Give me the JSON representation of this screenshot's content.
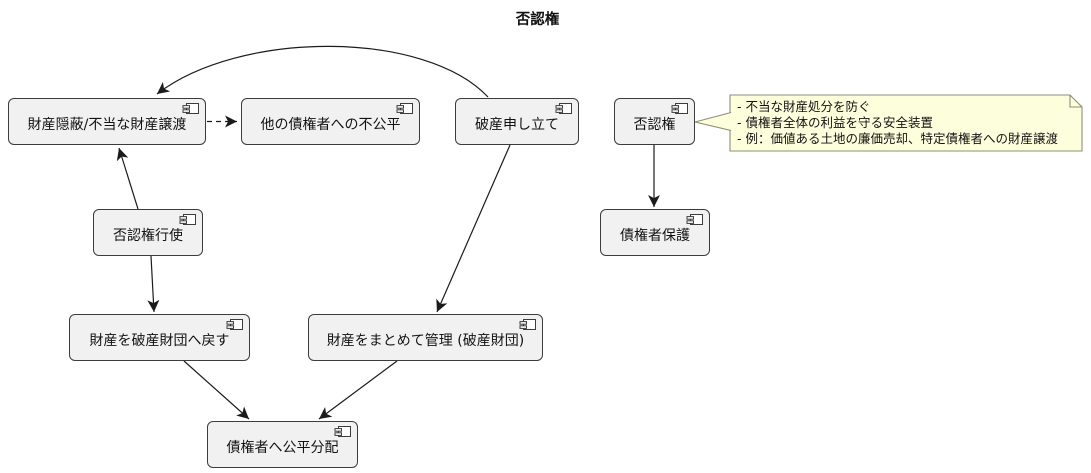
{
  "title": "否認権",
  "nodes": [
    {
      "id": "hide-assets",
      "label": "財産隠蔽/不当な財産譲渡"
    },
    {
      "id": "creditor-unfairness",
      "label": "他の債権者への不公平"
    },
    {
      "id": "bankruptcy-filing",
      "label": "破産申し立て"
    },
    {
      "id": "avoidance-power",
      "label": "否認権"
    },
    {
      "id": "avoidance-exercise",
      "label": "否認権行使"
    },
    {
      "id": "creditor-protection",
      "label": "債権者保護"
    },
    {
      "id": "return-assets",
      "label": "財産を破産財団へ戻す"
    },
    {
      "id": "manage-assets",
      "label": "財産をまとめて管理 (破産財団)"
    },
    {
      "id": "fair-distribution",
      "label": "債権者へ公平分配"
    }
  ],
  "note": {
    "attached_to": "否認権",
    "lines": [
      "- 不当な財産処分を防ぐ",
      "- 債権者全体の利益を守る安全装置",
      "- 例：価値ある土地の廉価売却、特定債権者への財産譲渡"
    ]
  },
  "edges": [
    {
      "from": "破産申し立て",
      "to": "財産隠蔽/不当な財産譲渡",
      "style": "solid",
      "shape": "curved"
    },
    {
      "from": "財産隠蔽/不当な財産譲渡",
      "to": "他の債権者への不公平",
      "style": "dashed",
      "shape": "straight"
    },
    {
      "from": "否認権行使",
      "to": "財産隠蔽/不当な財産譲渡",
      "style": "solid",
      "shape": "straight"
    },
    {
      "from": "否認権行使",
      "to": "財産を破産財団へ戻す",
      "style": "solid",
      "shape": "straight"
    },
    {
      "from": "破産申し立て",
      "to": "財産をまとめて管理 (破産財団)",
      "style": "solid",
      "shape": "straight"
    },
    {
      "from": "財産を破産財団へ戻す",
      "to": "債権者へ公平分配",
      "style": "solid",
      "shape": "straight"
    },
    {
      "from": "財産をまとめて管理 (破産財団)",
      "to": "債権者へ公平分配",
      "style": "solid",
      "shape": "straight"
    },
    {
      "from": "否認権",
      "to": "債権者保護",
      "style": "solid",
      "shape": "straight"
    }
  ],
  "colors": {
    "background": "#FFFFFF",
    "node_fill": "#F1F1F1",
    "node_border": "#3C3C3C",
    "note_fill": "#FDFEDC",
    "note_border": "#8E8E76",
    "arrow": "#1B1B1B",
    "text": "#121212"
  }
}
